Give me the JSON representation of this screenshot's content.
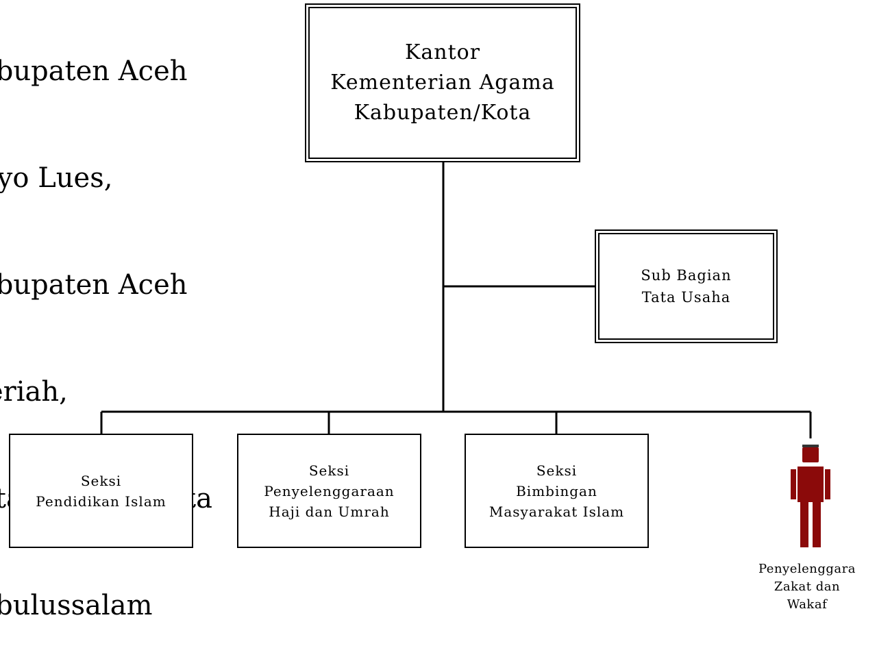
{
  "clipped_text": {
    "lines": [
      "Kabupaten Aceh",
      "Gayo Lues,",
      "Kabupaten Aceh",
      "Meriah,",
      "Kota Langsa, Kota",
      "Subulussalam"
    ]
  },
  "org": {
    "head": "Kantor\nKementerian Agama\nKabupaten/Kota",
    "sub_bagian": "Sub Bagian\nTata Usaha",
    "sections": [
      "Seksi\nPendidikan Islam",
      "Seksi\nPenyelenggaraan\nHaji dan Umrah",
      "Seksi\nBimbingan\nMasyarakat Islam"
    ],
    "person_caption": "Penyelenggara\nZakat dan Wakaf"
  },
  "colors": {
    "person": "#8b0a0a",
    "lines": "#000000"
  },
  "icons": {
    "person": "person-icon"
  }
}
